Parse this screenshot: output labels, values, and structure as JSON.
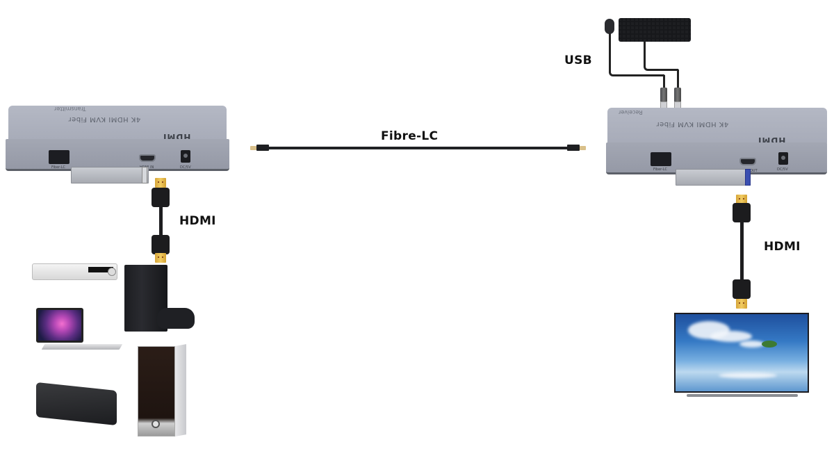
{
  "diagram": {
    "type": "connection-diagram",
    "title": "4K HDMI KVM Fiber extender setup",
    "connections": [
      {
        "from": "source-devices",
        "to": "transmitter",
        "label": "HDMI"
      },
      {
        "from": "transmitter",
        "to": "receiver",
        "label": "Fibre-LC"
      },
      {
        "from": "keyboard-mouse",
        "to": "receiver",
        "label": "USB"
      },
      {
        "from": "receiver",
        "to": "display",
        "label": "HDMI"
      }
    ]
  },
  "labels": {
    "fibre": "Fibre-LC",
    "usb": "USB",
    "hdmi_left": "HDMI",
    "hdmi_right": "HDMI"
  },
  "transmitter": {
    "product_name": "4K HDMI KVM Fiber",
    "role": "Transmitter",
    "brand": "HDMI",
    "ports": [
      "Fiber-LC",
      "HDMI IN",
      "DC/5V"
    ]
  },
  "receiver": {
    "product_name": "4K HDMI KVM Fiber",
    "role": "Receiver",
    "brand": "HDMI",
    "ports": [
      "Fiber-LC",
      "HDMI OUT",
      "DC/5V"
    ]
  },
  "source_devices": [
    "DVD player",
    "Game console",
    "Laptop",
    "Set-top box",
    "Desktop PC"
  ],
  "display_device": "TV",
  "peripherals": [
    "Mouse",
    "Keyboard"
  ]
}
